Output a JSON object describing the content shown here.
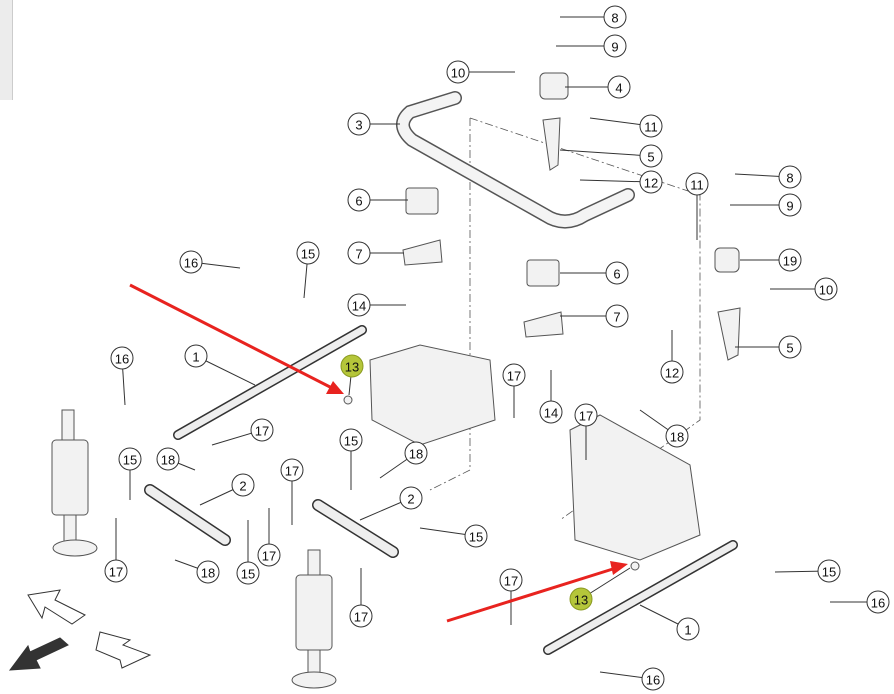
{
  "diagram": {
    "callouts": [
      "8",
      "9",
      "10",
      "4",
      "3",
      "11",
      "5",
      "12",
      "6",
      "8",
      "9",
      "11",
      "16",
      "15",
      "7",
      "19",
      "6",
      "10",
      "14",
      "7",
      "12",
      "5",
      "1",
      "16",
      "13",
      "17",
      "14",
      "17",
      "18",
      "17",
      "15",
      "18",
      "15",
      "18",
      "2",
      "17",
      "2",
      "15",
      "17",
      "17",
      "15",
      "18",
      "17",
      "15",
      "16",
      "13",
      "17",
      "1",
      "16"
    ],
    "highlight_color": "#b5c63a",
    "arrow_color": "#e8231f",
    "highlighted_part": "13"
  }
}
